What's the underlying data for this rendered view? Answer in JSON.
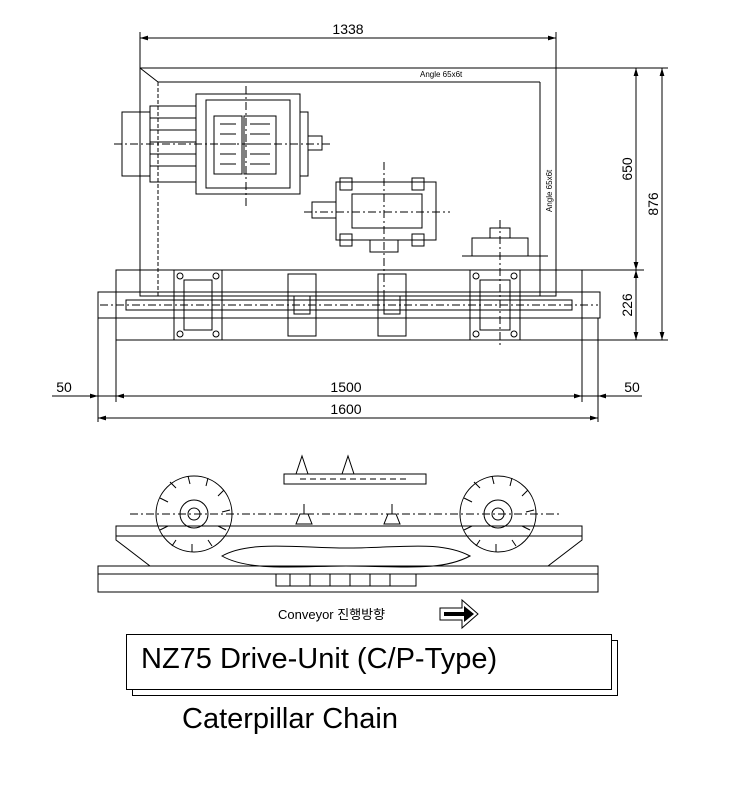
{
  "dimensions": {
    "overall_width_top": "1338",
    "height_650": "650",
    "height_876": "876",
    "height_226": "226",
    "left_offset": "50",
    "right_offset": "50",
    "rail_length": "1500",
    "overall_length": "1600"
  },
  "labels": {
    "angle_top": "Angle 65x6t",
    "angle_side": "Angle 65x6t",
    "conveyor_direction": "Conveyor 진행방향"
  },
  "title": {
    "main": "NZ75 Drive-Unit (C/P-Type)",
    "sub": "Caterpillar Chain"
  }
}
